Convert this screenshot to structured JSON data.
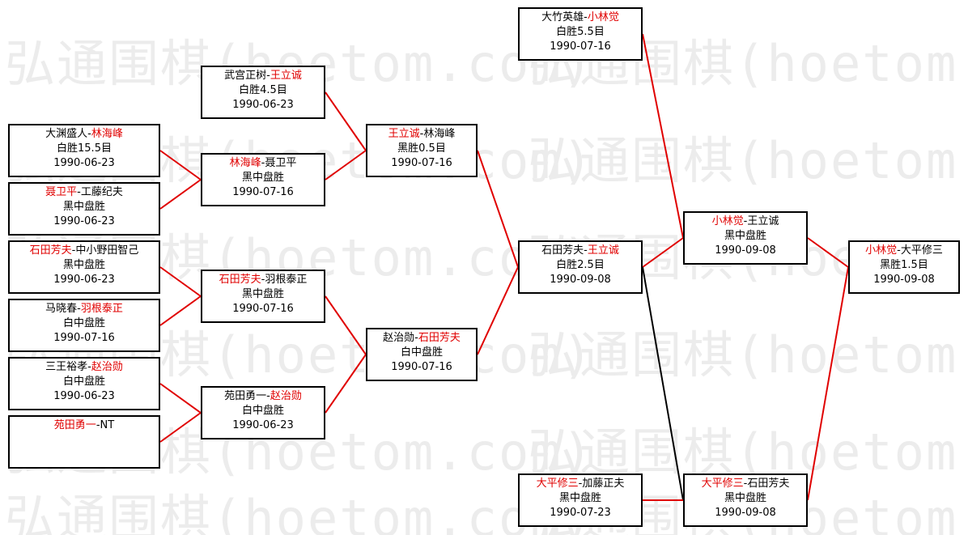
{
  "watermark": "弘通围棋(hoetom.com)",
  "colors": {
    "winner": "#e00000",
    "line_win": "#e00000",
    "line_loss": "#000000",
    "watermark": "#ececec"
  },
  "matches": [
    {
      "id": "r1-1",
      "p1": "大渊盛人",
      "p2": "林海峰",
      "winner": 2,
      "result": "白胜15.5目",
      "date": "1990-06-23"
    },
    {
      "id": "r1-2",
      "p1": "聂卫平",
      "p2": "工藤纪夫",
      "winner": 1,
      "result": "黑中盘胜",
      "date": "1990-06-23"
    },
    {
      "id": "r1-3",
      "p1": "石田芳夫",
      "p2": "中小野田智己",
      "winner": 1,
      "result": "黑中盘胜",
      "date": "1990-06-23"
    },
    {
      "id": "r1-4",
      "p1": "马晓春",
      "p2": "羽根泰正",
      "winner": 2,
      "result": "白中盘胜",
      "date": "1990-07-16"
    },
    {
      "id": "r1-5",
      "p1": "三王裕孝",
      "p2": "赵治勋",
      "winner": 2,
      "result": "白中盘胜",
      "date": "1990-06-23"
    },
    {
      "id": "r1-6",
      "p1": "苑田勇一",
      "p2": "NT",
      "winner": 1,
      "result": "",
      "date": ""
    },
    {
      "id": "r2-1",
      "p1": "武宫正树",
      "p2": "王立诚",
      "winner": 2,
      "result": "白胜4.5目",
      "date": "1990-06-23"
    },
    {
      "id": "r2-2",
      "p1": "林海峰",
      "p2": "聂卫平",
      "winner": 1,
      "result": "黑中盘胜",
      "date": "1990-07-16"
    },
    {
      "id": "r2-3",
      "p1": "石田芳夫",
      "p2": "羽根泰正",
      "winner": 1,
      "result": "黑中盘胜",
      "date": "1990-07-16"
    },
    {
      "id": "r2-4",
      "p1": "苑田勇一",
      "p2": "赵治勋",
      "winner": 2,
      "result": "白中盘胜",
      "date": "1990-06-23"
    },
    {
      "id": "r3-1",
      "p1": "王立诚",
      "p2": "林海峰",
      "winner": 1,
      "result": "黑胜0.5目",
      "date": "1990-07-16"
    },
    {
      "id": "r3-2",
      "p1": "赵治勋",
      "p2": "石田芳夫",
      "winner": 2,
      "result": "白中盘胜",
      "date": "1990-07-16"
    },
    {
      "id": "r4-1",
      "p1": "石田芳夫",
      "p2": "王立诚",
      "winner": 2,
      "result": "白胜2.5目",
      "date": "1990-09-08"
    },
    {
      "id": "top-1",
      "p1": "大竹英雄",
      "p2": "小林觉",
      "winner": 2,
      "result": "白胜5.5目",
      "date": "1990-07-16"
    },
    {
      "id": "bot-1",
      "p1": "大平修三",
      "p2": "加藤正夫",
      "winner": 1,
      "result": "黑中盘胜",
      "date": "1990-07-23"
    },
    {
      "id": "r5-1",
      "p1": "小林觉",
      "p2": "王立诚",
      "winner": 1,
      "result": "黑中盘胜",
      "date": "1990-09-08"
    },
    {
      "id": "r5-2",
      "p1": "大平修三",
      "p2": "石田芳夫",
      "winner": 1,
      "result": "黑中盘胜",
      "date": "1990-09-08"
    },
    {
      "id": "final",
      "p1": "小林觉",
      "p2": "大平修三",
      "winner": 1,
      "result": "黑胜1.5目",
      "date": "1990-09-08"
    }
  ]
}
